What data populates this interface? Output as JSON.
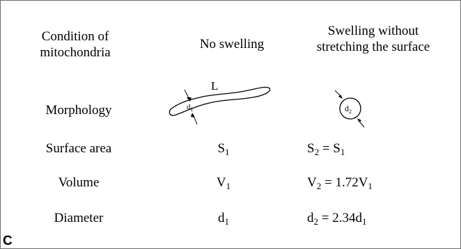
{
  "header": {
    "condition": [
      "Condition of",
      "mitochondria"
    ],
    "no_swelling": "No swelling",
    "swelling": [
      "Swelling without",
      "stretching the surface"
    ]
  },
  "rows": [
    {
      "label": "Morphology",
      "col1_labels": {
        "length": "L",
        "diameter": "d",
        "diameter_sub": "1"
      },
      "col2_labels": {
        "diameter": "d",
        "diameter_sub": "2"
      }
    },
    {
      "label": "Surface area",
      "col1": {
        "base": "S",
        "sub": "1",
        "rest": ""
      },
      "col2": {
        "base": "S",
        "sub": "2",
        "rest": " = S",
        "sub2": "1"
      }
    },
    {
      "label": "Volume",
      "col1": {
        "base": "V",
        "sub": "1",
        "rest": ""
      },
      "col2": {
        "base": "V",
        "sub": "2",
        "rest": " = 1.72V",
        "sub2": "1"
      }
    },
    {
      "label": "Diameter",
      "col1": {
        "base": "d",
        "sub": "1",
        "rest": ""
      },
      "col2": {
        "base": "d",
        "sub": "2",
        "rest": " = 2.34d",
        "sub2": "1"
      }
    }
  ],
  "panel_label": "C"
}
